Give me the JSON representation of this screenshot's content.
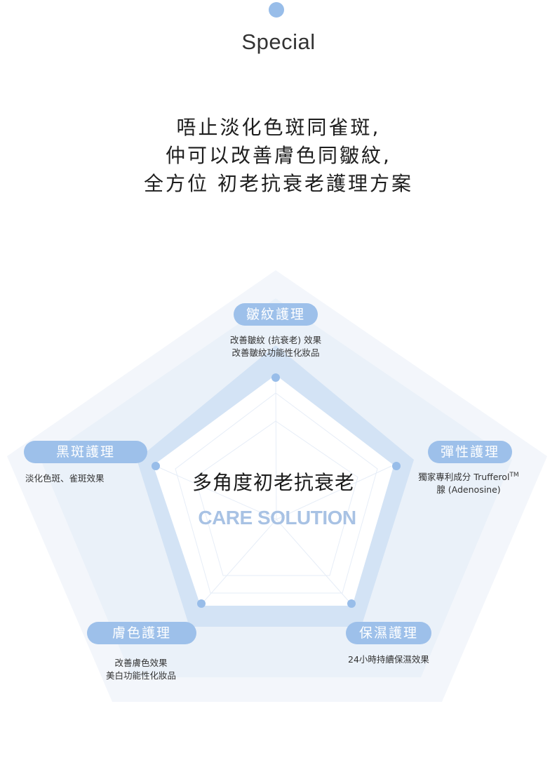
{
  "header": {
    "title": "Special",
    "tagline": [
      "唔止淡化色斑同雀斑,",
      "仲可以改善膚色同皺紋,",
      "全方位 初老抗衰老護理方案"
    ]
  },
  "center": {
    "title": "多角度初老抗衰老",
    "subtitle": "CARE SOLUTION"
  },
  "categories": {
    "wrinkle": {
      "label": "皺紋護理",
      "desc": [
        "改善皺紋 (抗衰老) 效果",
        "改善皺紋功能性化妝品"
      ]
    },
    "elasticity": {
      "label": "彈性護理",
      "desc_line1": "獨家專利成分 Trufferol",
      "desc_tm": "TM",
      "desc_line2": "腺 (Adenosine)"
    },
    "spot": {
      "label": "黑斑護理",
      "desc": [
        "淡化色斑、雀斑效果"
      ]
    },
    "skintone": {
      "label": "膚色護理",
      "desc": [
        "改善膚色效果",
        "美白功能性化妝品"
      ]
    },
    "moisture": {
      "label": "保濕護理",
      "desc": [
        "24小時持續保濕效果"
      ]
    }
  },
  "colors": {
    "accent": "#9dc0ea",
    "dot": "#98bde9",
    "subtitle": "#a8c2e4",
    "band": "#d6e4f5",
    "outer": "#f3f6fb"
  }
}
